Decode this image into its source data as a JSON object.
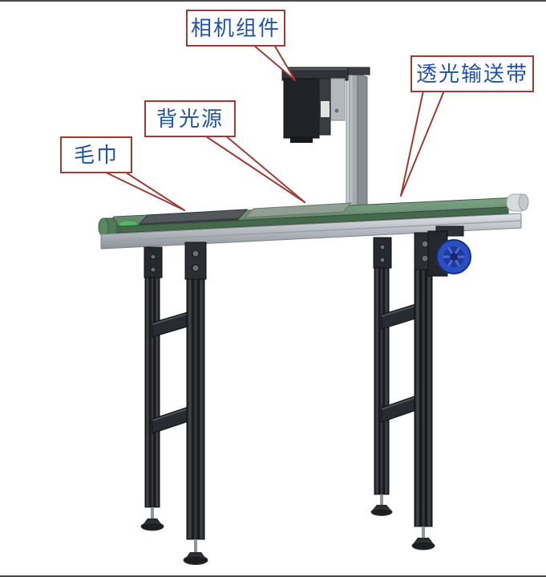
{
  "diagram": {
    "type": "annotated-cad-diagram",
    "callouts": [
      {
        "id": "camera",
        "label": "相机组件"
      },
      {
        "id": "belt",
        "label": "透光输送带"
      },
      {
        "id": "backlight",
        "label": "背光源"
      },
      {
        "id": "towel",
        "label": "毛巾"
      }
    ],
    "colors": {
      "callout_border": "#9e3b36",
      "callout_text": "#2152a8",
      "belt_green": "#6d9273",
      "frame_dark": "#232629",
      "metal_silver": "#c3c7cb",
      "motor_blue": "#2a4fc2",
      "background": "#ffffff"
    }
  }
}
